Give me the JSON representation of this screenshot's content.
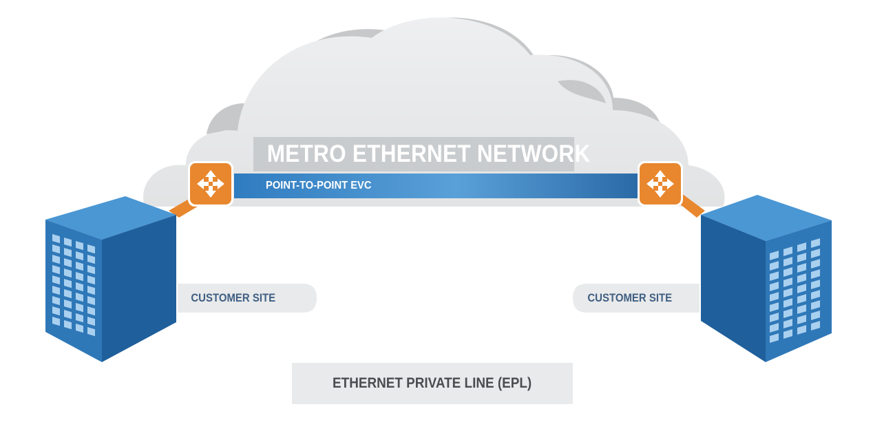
{
  "diagram": {
    "network_title": "METRO ETHERNET NETWORK",
    "evc_label": "POINT-TO-POINT EVC",
    "site_left_label": "CUSTOMER SITE",
    "site_right_label": "CUSTOMER SITE",
    "service_label": "ETHERNET PRIVATE LINE (EPL)"
  },
  "colors": {
    "cloud": "#e6e7e8",
    "cloud_shadow": "#c7c8ca",
    "evc_bar": "#2f7cc0",
    "switch_orange": "#e8872e",
    "building_blue": "#2d74b3"
  },
  "icons": [
    "cloud-icon",
    "switch-icon",
    "building-icon"
  ]
}
